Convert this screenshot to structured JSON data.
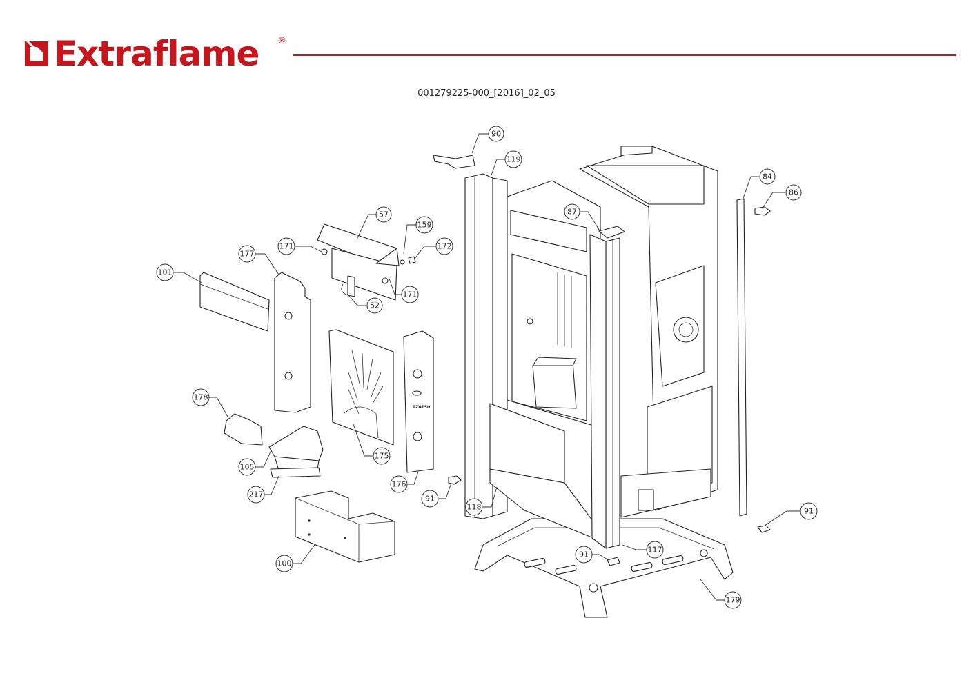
{
  "header": {
    "brand": "Extraflame",
    "registered_mark": "®",
    "brand_color": "#c4161c",
    "rule_color": "#b3202a"
  },
  "document": {
    "code": "001279225-000_[2016]_02_05"
  },
  "diagram": {
    "type": "exploded-parts-view",
    "subject": "pellet stove assembly",
    "callouts": [
      {
        "id": "c90",
        "label": "90",
        "part": "top bracket"
      },
      {
        "id": "c119",
        "label": "119",
        "part": "left front upright profile"
      },
      {
        "id": "c84",
        "label": "84",
        "part": "right rear upright profile"
      },
      {
        "id": "c86",
        "label": "86",
        "part": "upper right clip"
      },
      {
        "id": "c87",
        "label": "87",
        "part": "top hinge plate"
      },
      {
        "id": "c57",
        "label": "57",
        "part": "deflector plate"
      },
      {
        "id": "c159",
        "label": "159",
        "part": "washer"
      },
      {
        "id": "c172",
        "label": "172",
        "part": "screw"
      },
      {
        "id": "c171a",
        "label": "171",
        "part": "knob left"
      },
      {
        "id": "c171b",
        "label": "171",
        "part": "knob right"
      },
      {
        "id": "c52",
        "label": "52",
        "part": "handle loop"
      },
      {
        "id": "c177",
        "label": "177",
        "part": "left side liner"
      },
      {
        "id": "c101",
        "label": "101",
        "part": "upper baffle"
      },
      {
        "id": "c178",
        "label": "178",
        "part": "burner cover"
      },
      {
        "id": "c175",
        "label": "175",
        "part": "rear firewall plate"
      },
      {
        "id": "c176",
        "label": "176",
        "part": "right side liner"
      },
      {
        "id": "c105",
        "label": "105",
        "part": "brazier assembly"
      },
      {
        "id": "c217",
        "label": "217",
        "part": "brazier gasket"
      },
      {
        "id": "c91a",
        "label": "91",
        "part": "clip front left"
      },
      {
        "id": "c118",
        "label": "118",
        "part": "front lower panel"
      },
      {
        "id": "c100",
        "label": "100",
        "part": "ash drawer"
      },
      {
        "id": "c91b",
        "label": "91",
        "part": "clip base"
      },
      {
        "id": "c117",
        "label": "117",
        "part": "right front upright profile"
      },
      {
        "id": "c91c",
        "label": "91",
        "part": "clip right"
      },
      {
        "id": "c179",
        "label": "179",
        "part": "base frame"
      }
    ],
    "plate_marking": "TZ0150"
  }
}
